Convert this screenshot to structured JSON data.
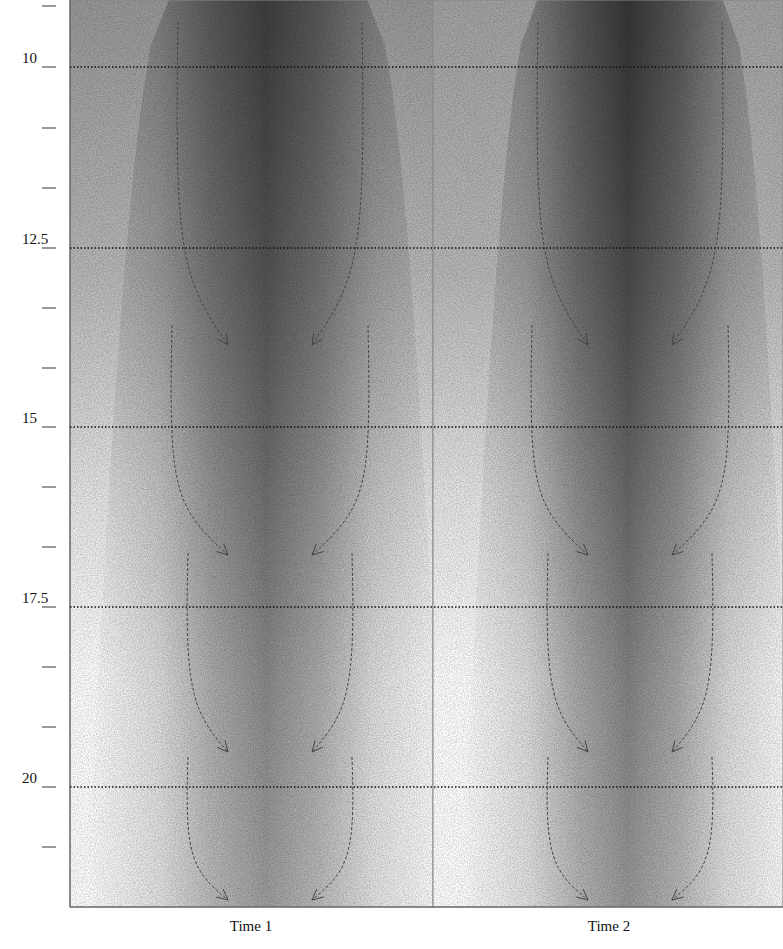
{
  "diagram": {
    "labels": [
      "10",
      "12.5",
      "15",
      "17.5",
      "20",
      "Time 1",
      "Time 2"
    ]
  }
}
